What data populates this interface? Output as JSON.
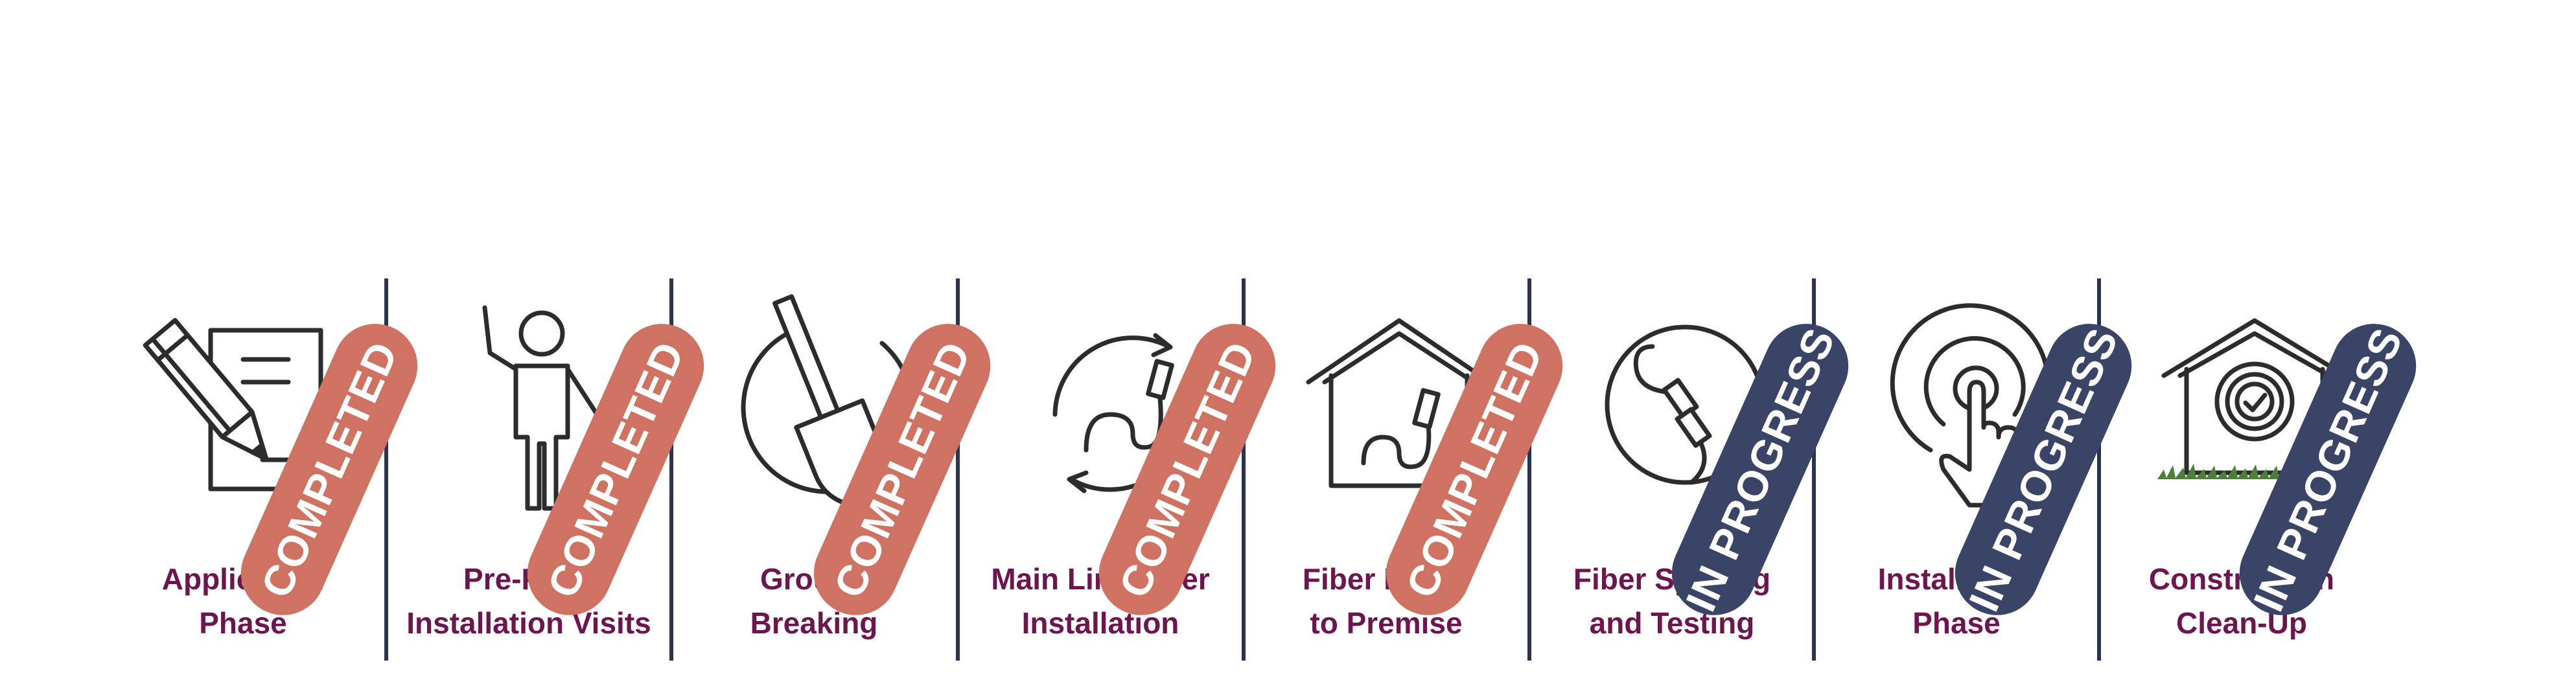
{
  "colors": {
    "completed": "#d07262",
    "in_progress": "#3a4466",
    "label": "#6e1550",
    "divider": "#2a3352"
  },
  "phases": [
    {
      "icon": "document-pencil-icon",
      "status": "COMPLETED",
      "state": "completed",
      "label_lines": [
        "Application",
        "Phase"
      ]
    },
    {
      "icon": "person-waving-icon",
      "status": "COMPLETED",
      "state": "completed",
      "label_lines": [
        "Pre-Fiber",
        "Installation Visits"
      ]
    },
    {
      "icon": "shovel-icon",
      "status": "COMPLETED",
      "state": "completed",
      "label_lines": [
        "Ground",
        "Breaking"
      ]
    },
    {
      "icon": "fiber-cable-cycle-icon",
      "status": "COMPLETED",
      "state": "completed",
      "label_lines": [
        "Main Line Fiber",
        "Installation"
      ]
    },
    {
      "icon": "house-fiber-icon",
      "status": "COMPLETED",
      "state": "completed",
      "label_lines": [
        "Fiber Drops",
        "to Premise"
      ]
    },
    {
      "icon": "fiber-splice-icon",
      "status": "IN PROGRESS",
      "state": "in_progress",
      "label_lines": [
        "Fiber Splicing",
        "and Testing"
      ]
    },
    {
      "icon": "touch-target-icon",
      "status": "IN PROGRESS",
      "state": "in_progress",
      "label_lines": [
        "Installation",
        "Phase"
      ]
    },
    {
      "icon": "house-check-grass-icon",
      "status": "IN PROGRESS",
      "state": "in_progress",
      "label_lines": [
        "Construction",
        "Clean-Up"
      ]
    }
  ]
}
